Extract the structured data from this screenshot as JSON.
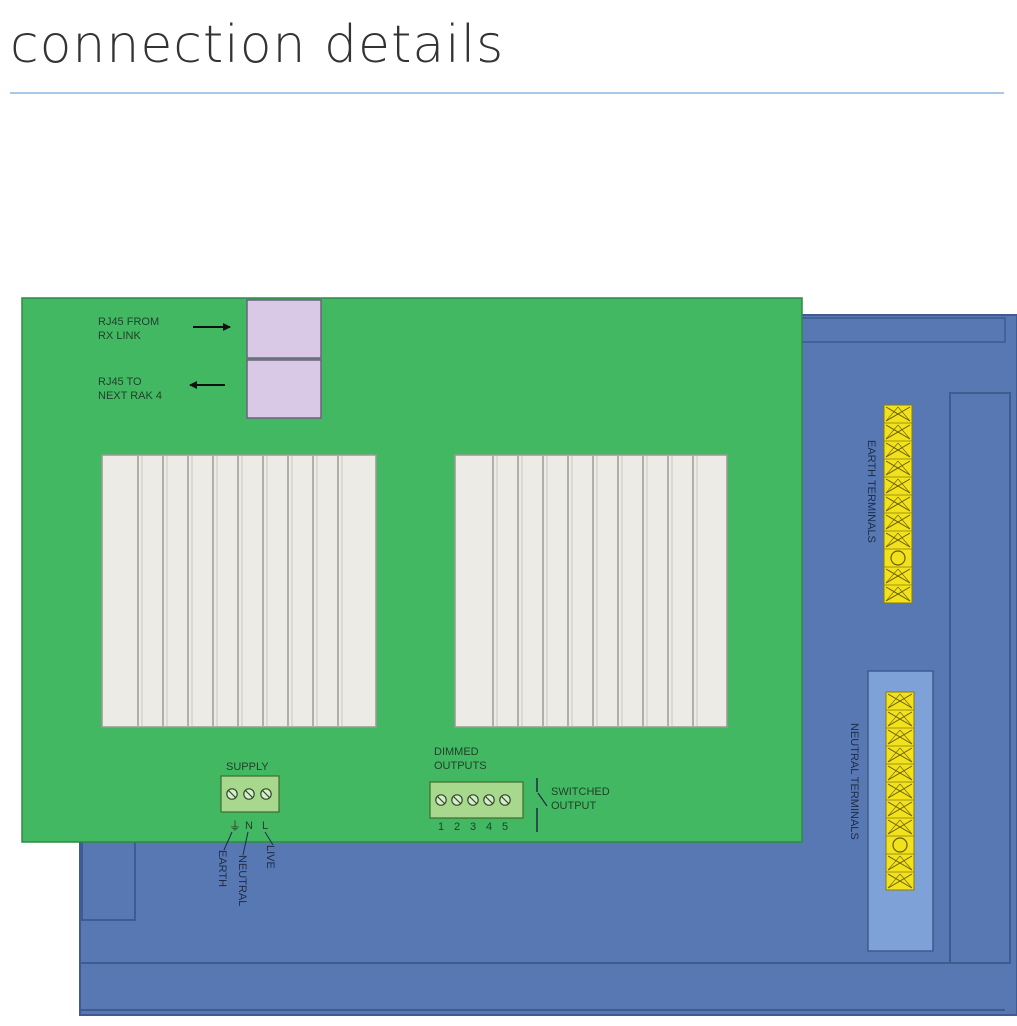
{
  "page": {
    "title": "connection details"
  },
  "labels": {
    "rj45_from_line1": "RJ45 FROM",
    "rj45_from_line2": "RX LINK",
    "rj45_to_line1": "RJ45 TO",
    "rj45_to_line2": "NEXT RAK 4",
    "supply": "SUPPLY",
    "supply_terminal_n": "N",
    "supply_terminal_l": "L",
    "earth": "EARTH",
    "neutral": "NEUTRAL",
    "live": "LIVE",
    "dimmed_outputs_line1": "DIMMED",
    "dimmed_outputs_line2": "OUTPUTS",
    "output_numbers": [
      "1",
      "2",
      "3",
      "4",
      "5"
    ],
    "switched_output_line1": "SWITCHED",
    "switched_output_line2": "OUTPUT",
    "earth_terminals": "EARTH TERMINALS",
    "neutral_terminals": "NEUTRAL TERMINALS"
  },
  "colors": {
    "board_green": "#43b863",
    "chassis_blue": "#5878b4",
    "chassis_outline": "#3e5b92",
    "rj45_port": "#d9c8e6",
    "heatsink_fin": "#ecebe6",
    "terminal_block": "#a8d88e",
    "terminal_yellow": "#f2e21c",
    "neutral_panel": "#7ea2d8"
  }
}
